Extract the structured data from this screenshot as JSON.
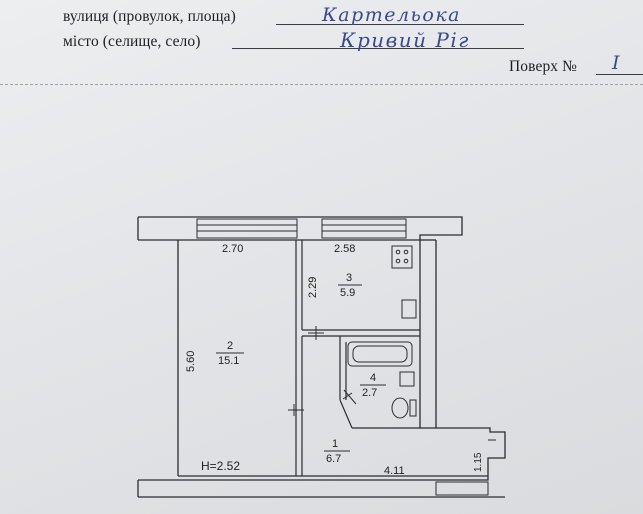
{
  "form": {
    "street_label": "вулиця (провулок, площа)",
    "street_value": "Картельока",
    "city_label": "місто (селище, село)",
    "city_value": "Кривий Ріг",
    "floor_label": "Поверх №",
    "floor_value": "I"
  },
  "plan": {
    "rooms": [
      {
        "number": "1",
        "area": "6.7"
      },
      {
        "number": "2",
        "area": "15.1"
      },
      {
        "number": "3",
        "area": "5.9"
      },
      {
        "number": "4",
        "area": "2.7"
      }
    ],
    "dimensions": {
      "room2_width": "2.70",
      "room3_width": "2.58",
      "room3_depth": "2.29",
      "room2_length": "5.60",
      "ceiling_height": "H=2.52",
      "corridor_length": "4.11",
      "entry_depth": "1.15"
    }
  }
}
